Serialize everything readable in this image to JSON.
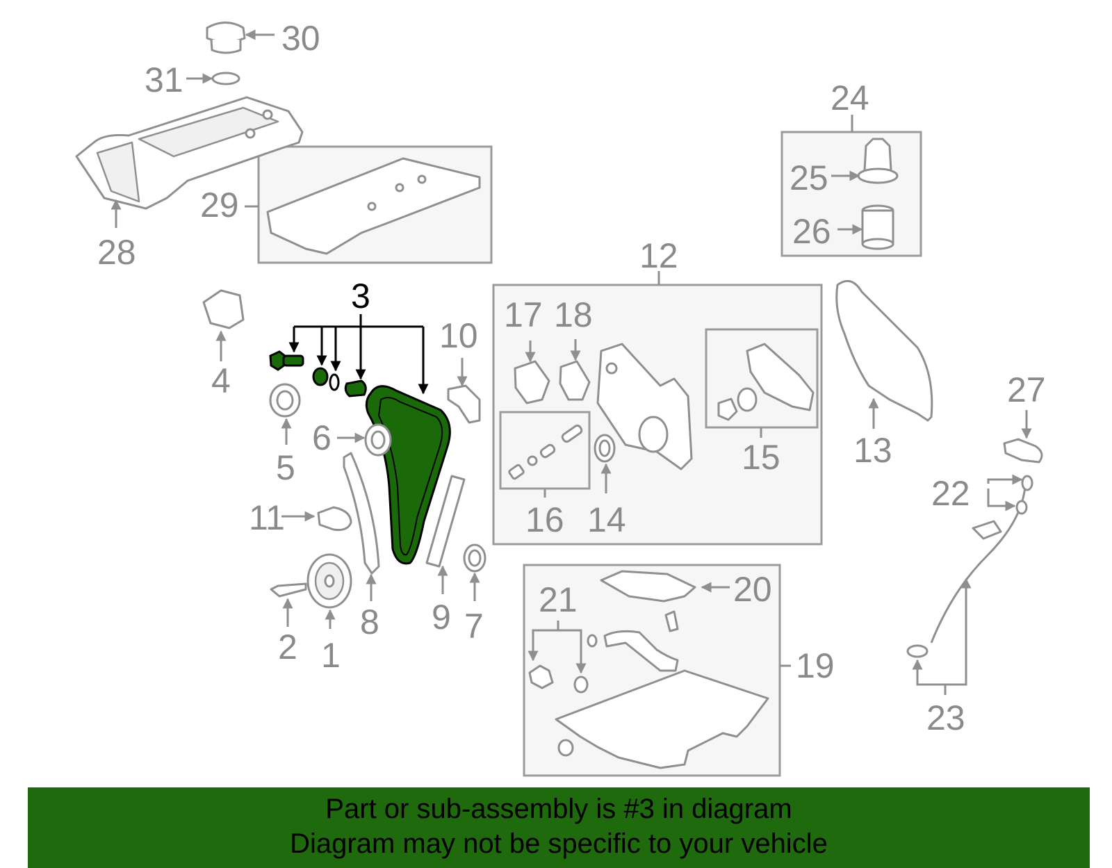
{
  "diagram": {
    "selected_part": "3",
    "callouts": [
      {
        "id": "c1",
        "label": "1"
      },
      {
        "id": "c2",
        "label": "2"
      },
      {
        "id": "c3",
        "label": "3"
      },
      {
        "id": "c4",
        "label": "4"
      },
      {
        "id": "c5",
        "label": "5"
      },
      {
        "id": "c6",
        "label": "6"
      },
      {
        "id": "c7",
        "label": "7"
      },
      {
        "id": "c8",
        "label": "8"
      },
      {
        "id": "c9",
        "label": "9"
      },
      {
        "id": "c10",
        "label": "10"
      },
      {
        "id": "c11",
        "label": "11"
      },
      {
        "id": "c12",
        "label": "12"
      },
      {
        "id": "c13",
        "label": "13"
      },
      {
        "id": "c14",
        "label": "14"
      },
      {
        "id": "c15",
        "label": "15"
      },
      {
        "id": "c16",
        "label": "16"
      },
      {
        "id": "c17",
        "label": "17"
      },
      {
        "id": "c18",
        "label": "18"
      },
      {
        "id": "c19",
        "label": "19"
      },
      {
        "id": "c20",
        "label": "20"
      },
      {
        "id": "c21",
        "label": "21"
      },
      {
        "id": "c22",
        "label": "22"
      },
      {
        "id": "c23",
        "label": "23"
      },
      {
        "id": "c24",
        "label": "24"
      },
      {
        "id": "c25",
        "label": "25"
      },
      {
        "id": "c26",
        "label": "26"
      },
      {
        "id": "c27",
        "label": "27"
      },
      {
        "id": "c28",
        "label": "28"
      },
      {
        "id": "c29",
        "label": "29"
      },
      {
        "id": "c30",
        "label": "30"
      },
      {
        "id": "c31",
        "label": "31"
      }
    ],
    "colors": {
      "highlight": "#1e6a0c",
      "line": "#8f8f8f",
      "label": "#8a8a8a"
    }
  },
  "banner": {
    "line1": "Part or sub-assembly is #3 in diagram",
    "line2": "Diagram may not be specific to your vehicle"
  }
}
